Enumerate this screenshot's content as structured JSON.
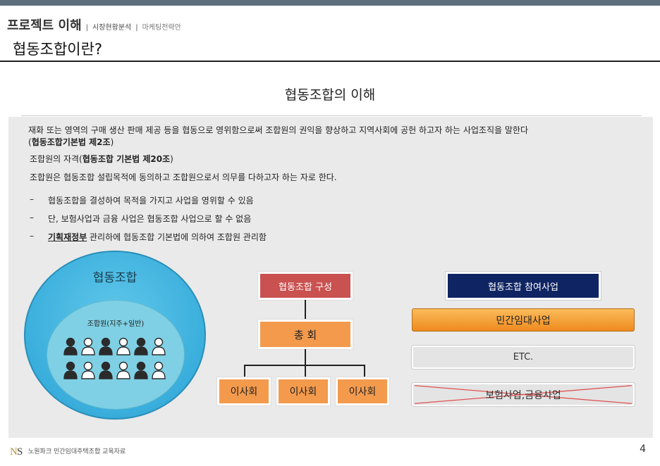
{
  "header": {
    "section": "프로젝트 이해",
    "separator": "|",
    "sub1": "시장현황분석",
    "sub2": "마케팅전략안",
    "page_title": "협동조합이란?"
  },
  "main": {
    "title": "협동조합의 이해",
    "definition": {
      "line1": "재화 또는 영역의 구매 생산 판매 제공 등을 협동으로 영위함으로써 조합원의 권익을 향상하고 지역사회에 공헌 하고자 하는 사업조직을 말한다",
      "line2_open": "(",
      "line2_bold": "협동조합기본법 제2조",
      "line2_close": ")"
    },
    "qualification": {
      "prefix": "조합원의 자격(",
      "bold": "협동조합 기본법 제20조",
      "suffix": ")"
    },
    "member_desc": "조합원은 협동조합 설립목적에 동의하고 조합원으로서 의무를 다하고자 하는 자로 한다.",
    "bullets": {
      "dash": "–",
      "b1": "협동조합을 결성하여 목적을 가지고 사업을 영위할 수 있음",
      "b2": "단, 보험사업과 금융 사업은 협동조합 사업으로 할 수 없음",
      "b3_bold": "기획재정부",
      "b3_rest": " 관리하에 협동조합 기본법에 의하여 조합원 관리함"
    },
    "circle": {
      "outer_label": "협동조합",
      "inner_label": "조합원(지주+일반)"
    },
    "org": {
      "header": "협동조합 구성",
      "general": "총 회",
      "directors": [
        "이사회",
        "이사회",
        "이사회"
      ]
    },
    "participation": {
      "header": "협동조합 참여사업",
      "items": [
        "민간임대사업",
        "ETC.",
        "보험사업,금융사업"
      ]
    }
  },
  "footer": {
    "org_text": "노원파크 민간임대주택조합 교육자료",
    "page_number": "4"
  },
  "colors": {
    "org_header": "#c9514f",
    "org_orange": "#f39a4d",
    "navy": "#0f2462",
    "gold": "#ee8a1e",
    "circle": "#3aaedc",
    "strike": "#e05252"
  }
}
